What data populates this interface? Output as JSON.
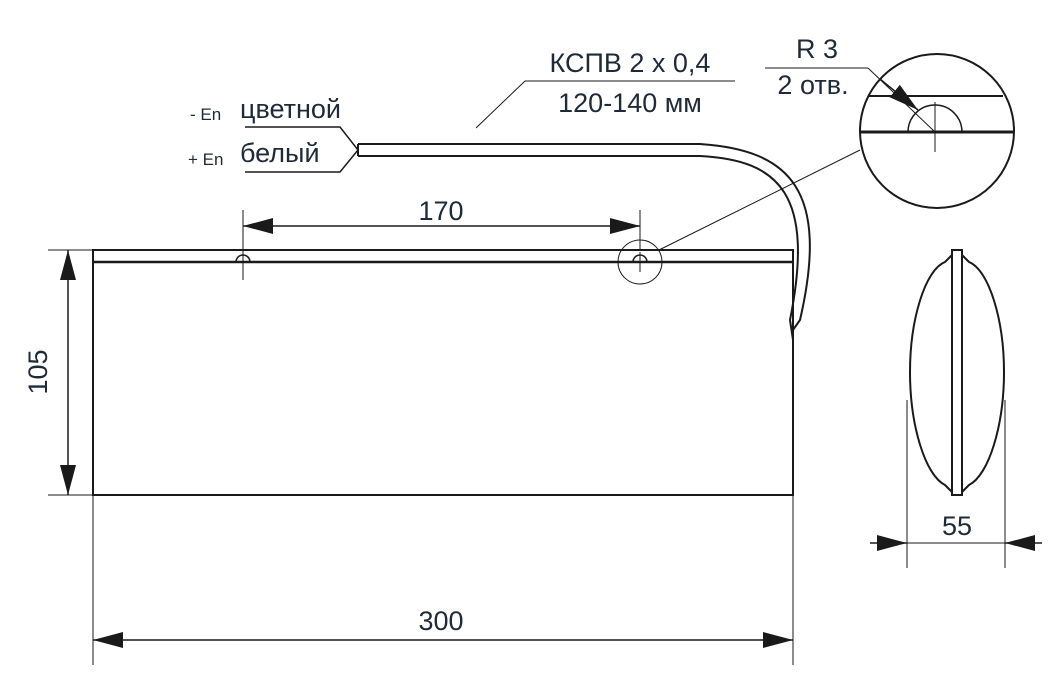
{
  "labels": {
    "cable_type": "КСПВ 2 х 0,4",
    "cable_length": "120-140 мм",
    "wire_neg_sign": "- En",
    "wire_neg_color": "цветной",
    "wire_pos_sign": "+ En",
    "wire_pos_color": "белый",
    "radius": "R 3",
    "holes": "2 отв."
  },
  "dimensions": {
    "hole_spacing": "170",
    "height": "105",
    "width": "300",
    "depth": "55"
  },
  "colors": {
    "line": "#1a1a1a",
    "text": "#1f2a38"
  }
}
